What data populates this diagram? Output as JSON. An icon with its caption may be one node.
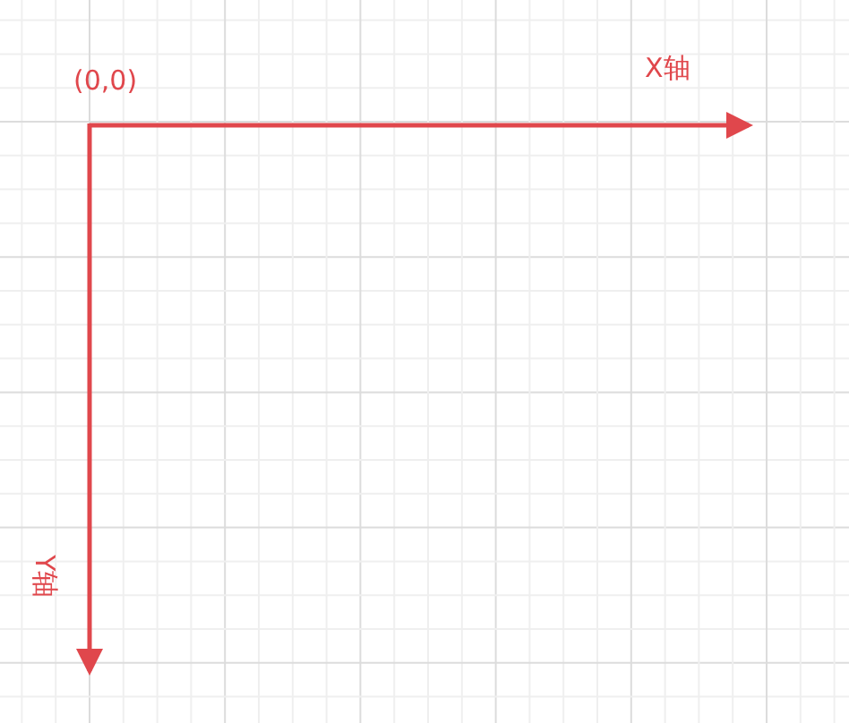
{
  "diagram": {
    "labels": [
      "(0,0)",
      "X轴",
      "Y轴"
    ]
  }
}
